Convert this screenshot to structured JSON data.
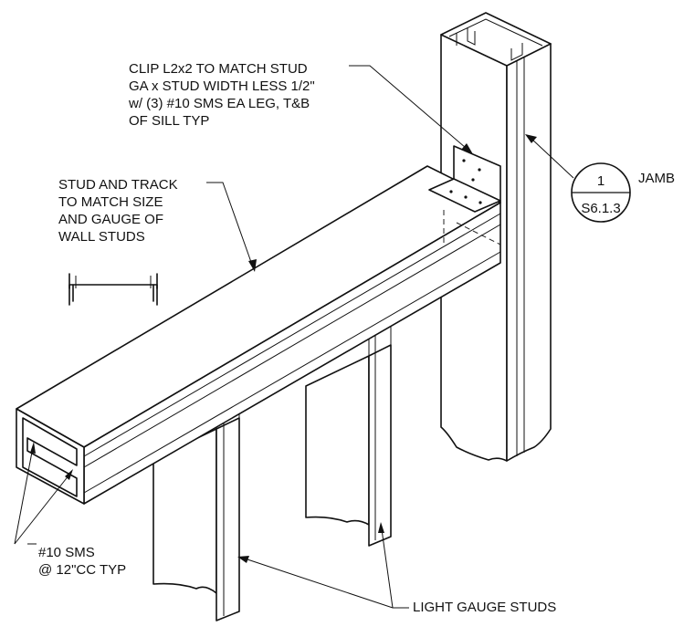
{
  "notes": {
    "clip": [
      "CLIP L2x2 TO MATCH STUD",
      "GA x STUD WIDTH LESS 1/2\"",
      "w/ (3) #10 SMS EA LEG, T&B",
      "OF SILL TYP"
    ],
    "stud_track": [
      "STUD AND TRACK",
      "TO MATCH SIZE",
      "AND GAUGE OF",
      "WALL STUDS"
    ],
    "screws": [
      "#10 SMS",
      "@ 12\"CC TYP"
    ],
    "light_gauge": "LIGHT GAUGE STUDS",
    "jamb": "JAMB"
  },
  "section_callout": {
    "number": "1",
    "sheet": "S6.1.3"
  }
}
